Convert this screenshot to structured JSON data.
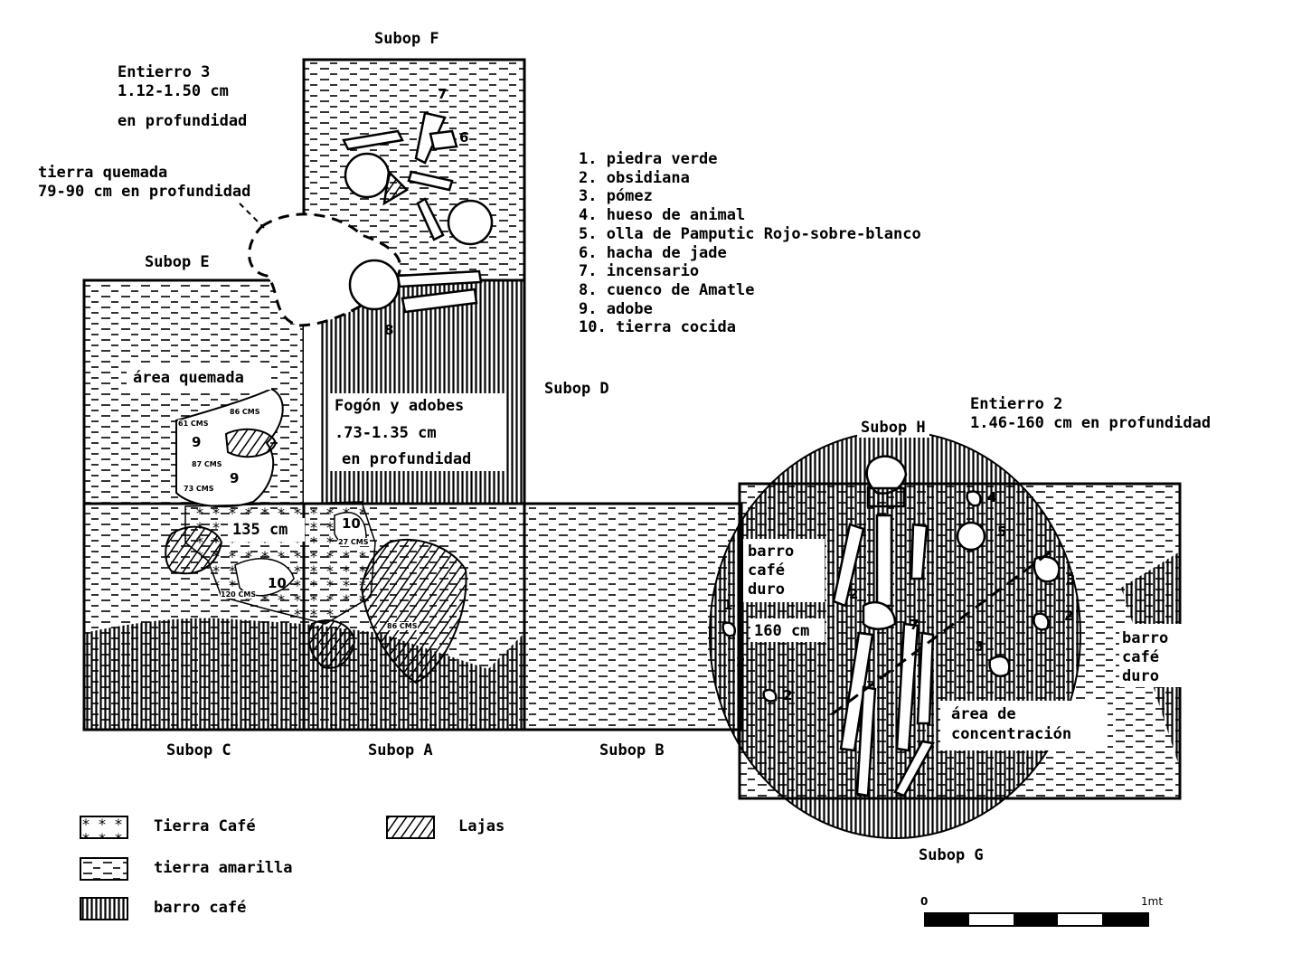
{
  "subops": {
    "f": "Subop F",
    "e": "Subop E",
    "d": "Subop D",
    "h": "Subop H",
    "c": "Subop C",
    "a": "Subop A",
    "b": "Subop B",
    "g": "Subop G"
  },
  "entierro3": {
    "title": "Entierro 3",
    "range": "1.12-1.50 cm",
    "depth": "en profundidad"
  },
  "tierra_quemada": {
    "title": "tierra quemada",
    "depth": "79-90 cm en profundidad"
  },
  "entierro2": {
    "title": "Entierro 2",
    "depth": "1.46-160 cm en profundidad"
  },
  "fogon": {
    "line1": "Fogón y adobes",
    "line2": ".73-1.35 cm",
    "line3": "en profundidad"
  },
  "labels": {
    "area_quemada": "área quemada",
    "cm135": "135 cm",
    "cm160": "160 cm",
    "barro_duro_left": [
      "barro",
      "café",
      "duro"
    ],
    "barro_duro_right": [
      "barro",
      "café",
      "duro"
    ],
    "area_concentracion": [
      "área de",
      "concentración"
    ]
  },
  "small_depths": {
    "d61": "61 CMS",
    "d86": "86 CMS",
    "d87": "87 CMS",
    "d73": "73 CMS",
    "d27": "27 CMS",
    "d120": "120 CMS",
    "d86b": "86 CMS"
  },
  "numbers": {
    "n7": "7",
    "n6": "6",
    "n8": "8",
    "n9a": "9",
    "n9b": "9",
    "n10a": "10",
    "n10b": "10",
    "h4": "4",
    "h5": "5",
    "h3a": "3",
    "h3b": "3",
    "h2a": "2",
    "h2b": "2",
    "h2c": "2",
    "h2d": "2",
    "h1": "1",
    "h7": "7"
  },
  "item_list": [
    "1. piedra verde",
    "2. obsidiana",
    "3. pómez",
    "4. hueso de animal",
    "5. olla de Pamputic Rojo-sobre-blanco",
    "6. hacha de jade",
    "7. incensario",
    "8. cuenco de Amatle",
    "9. adobe",
    "10.  tierra cocida"
  ],
  "legend": {
    "tierra_cafe": "Tierra Café",
    "tierra_amarilla": "tierra amarilla",
    "barro_cafe": "barro café",
    "lajas": "Lajas"
  },
  "scale": {
    "zero": "0",
    "end": "1mt"
  },
  "colors": {
    "ink": "#000000",
    "paper": "#ffffff"
  }
}
